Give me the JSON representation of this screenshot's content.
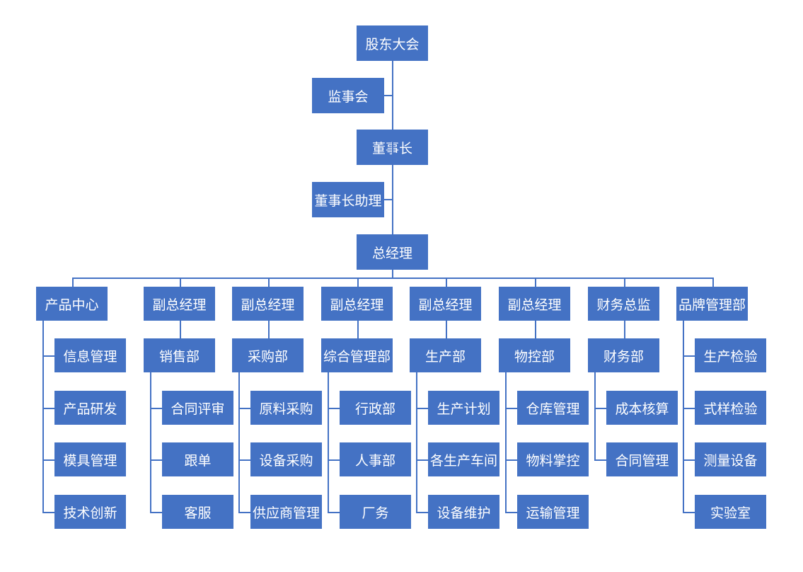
{
  "colors": {
    "node_fill": "#4472C4",
    "connector": "#4472C4",
    "text": "#FFFFFF"
  },
  "chain": {
    "shareholders": "股东大会",
    "supervisory_board": "监事会",
    "chairman": "董事长",
    "chairman_assistant": "董事长助理",
    "general_manager": "总经理"
  },
  "columns": [
    {
      "head": "产品中心",
      "items": [
        "信息管理",
        "产品研发",
        "模具管理",
        "技术创新"
      ]
    },
    {
      "head": "副总经理",
      "dept": "销售部",
      "items": [
        "合同评审",
        "跟单",
        "客服"
      ]
    },
    {
      "head": "副总经理",
      "dept": "采购部",
      "items": [
        "原料采购",
        "设备采购",
        "供应商管理"
      ]
    },
    {
      "head": "副总经理",
      "dept": "综合管理部",
      "items": [
        "行政部",
        "人事部",
        "厂务"
      ]
    },
    {
      "head": "副总经理",
      "dept": "生产部",
      "items": [
        "生产计划",
        "各生产车间",
        "设备维护"
      ]
    },
    {
      "head": "副总经理",
      "dept": "物控部",
      "items": [
        "仓库管理",
        "物料掌控",
        "运输管理"
      ]
    },
    {
      "head": "财务总监",
      "dept": "财务部",
      "items": [
        "成本核算",
        "合同管理"
      ]
    },
    {
      "head": "品牌管理部",
      "items": [
        "生产检验",
        "式样检验",
        "测量设备",
        "实验室"
      ]
    }
  ]
}
